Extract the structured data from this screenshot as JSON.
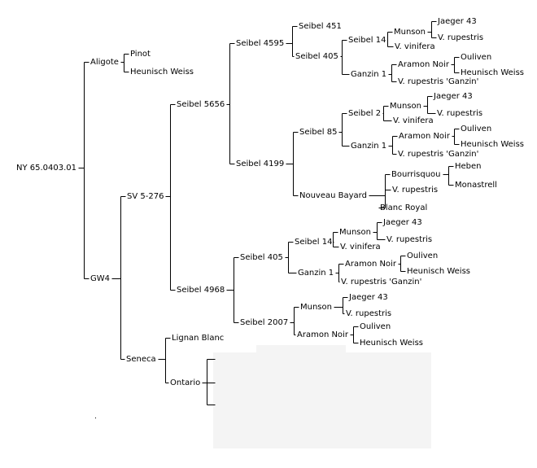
{
  "tree": {
    "label": "NY 65.0403.01",
    "children": [
      {
        "label": "Aligote",
        "children": [
          {
            "label": "Pinot"
          },
          {
            "label": "Heunisch Weiss"
          }
        ]
      },
      {
        "label": "GW4",
        "children": [
          {
            "label": "SV 5-276",
            "children": [
              {
                "label": "Seibel 5656",
                "children": [
                  {
                    "label": "Seibel 4595",
                    "children": [
                      {
                        "label": "Seibel 451"
                      },
                      {
                        "label": "Seibel 405",
                        "children": [
                          {
                            "label": "Seibel 14",
                            "children": [
                              {
                                "label": "Munson",
                                "children": [
                                  {
                                    "label": "Jaeger 43"
                                  },
                                  {
                                    "label": "V. rupestris"
                                  }
                                ]
                              },
                              {
                                "label": "V. vinifera"
                              }
                            ]
                          },
                          {
                            "label": "Ganzin 1",
                            "children": [
                              {
                                "label": "Aramon Noir",
                                "children": [
                                  {
                                    "label": "Ouliven"
                                  },
                                  {
                                    "label": "Heunisch Weiss"
                                  }
                                ]
                              },
                              {
                                "label": "V. rupestris 'Ganzin'"
                              }
                            ]
                          }
                        ]
                      }
                    ]
                  },
                  {
                    "label": "Seibel 4199",
                    "children": [
                      {
                        "label": "Seibel 85",
                        "children": [
                          {
                            "label": "Seibel 2",
                            "children": [
                              {
                                "label": "Munson",
                                "children": [
                                  {
                                    "label": "Jaeger 43"
                                  },
                                  {
                                    "label": "V. rupestris"
                                  }
                                ]
                              },
                              {
                                "label": "V. vinifera"
                              }
                            ]
                          },
                          {
                            "label": "Ganzin 1",
                            "children": [
                              {
                                "label": "Aramon Noir",
                                "children": [
                                  {
                                    "label": "Ouliven"
                                  },
                                  {
                                    "label": "Heunisch Weiss"
                                  }
                                ]
                              },
                              {
                                "label": "V. rupestris 'Ganzin'"
                              }
                            ]
                          }
                        ]
                      },
                      {
                        "label": "Nouveau Bayard",
                        "children": [
                          {
                            "label": "Bourrisquou",
                            "children": [
                              {
                                "label": "Heben"
                              },
                              {
                                "label": "Monastrell"
                              }
                            ]
                          },
                          {
                            "label": "V. rupestris"
                          },
                          {
                            "label": "Blanc Royal"
                          }
                        ]
                      }
                    ]
                  }
                ]
              },
              {
                "label": "Seibel 4968",
                "children": [
                  {
                    "label": "Seibel 405",
                    "children": [
                      {
                        "label": "Seibel 14",
                        "children": [
                          {
                            "label": "Munson",
                            "children": [
                              {
                                "label": "Jaeger 43"
                              },
                              {
                                "label": "V. rupestris"
                              }
                            ]
                          },
                          {
                            "label": "V. vinifera"
                          }
                        ]
                      },
                      {
                        "label": "Ganzin 1",
                        "children": [
                          {
                            "label": "Aramon Noir",
                            "children": [
                              {
                                "label": "Ouliven"
                              },
                              {
                                "label": "Heunisch Weiss"
                              }
                            ]
                          },
                          {
                            "label": "V. rupestris 'Ganzin'"
                          }
                        ]
                      }
                    ]
                  },
                  {
                    "label": "Seibel 2007",
                    "children": [
                      {
                        "label": "Munson",
                        "children": [
                          {
                            "label": "Jaeger 43"
                          },
                          {
                            "label": "V. rupestris"
                          }
                        ]
                      },
                      {
                        "label": "Aramon Noir",
                        "children": [
                          {
                            "label": "Ouliven"
                          },
                          {
                            "label": "Heunisch Weiss"
                          }
                        ]
                      }
                    ]
                  }
                ]
              }
            ]
          },
          {
            "label": "Seneca",
            "children": [
              {
                "label": "Lignan Blanc"
              },
              {
                "label": "Ontario",
                "children": [
                  {
                    "label": ""
                  },
                  {
                    "label": ""
                  },
                  {
                    "label": ""
                  }
                ]
              }
            ]
          }
        ]
      }
    ]
  }
}
